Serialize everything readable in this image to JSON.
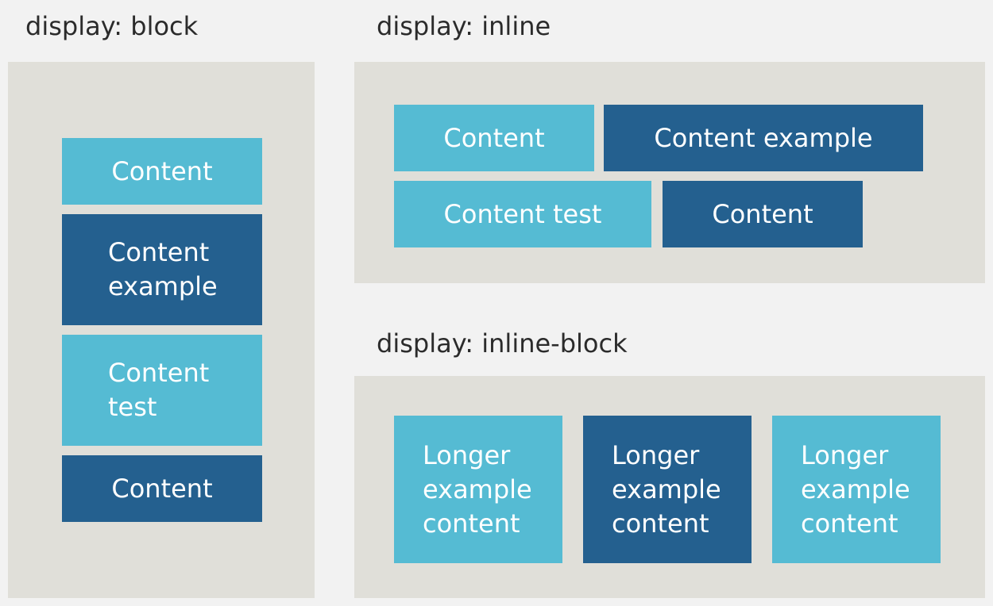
{
  "colors": {
    "background": "#f2f2f2",
    "panel": "#e0dfd9",
    "light_box": "#55bbd3",
    "dark_box": "#24608f",
    "heading_text": "#2b2b2b",
    "box_text": "#ffffff"
  },
  "block_section": {
    "heading": "display: block",
    "items": [
      {
        "label": "Content",
        "tone": "light"
      },
      {
        "label": "Content example",
        "tone": "dark"
      },
      {
        "label": "Content test",
        "tone": "light"
      },
      {
        "label": "Content",
        "tone": "dark"
      }
    ]
  },
  "inline_section": {
    "heading": "display: inline",
    "items": [
      {
        "label": "Content",
        "tone": "light"
      },
      {
        "label": "Content example",
        "tone": "dark"
      },
      {
        "label": "Content test",
        "tone": "light"
      },
      {
        "label": "Content",
        "tone": "dark"
      }
    ]
  },
  "inline_block_section": {
    "heading": "display: inline-block",
    "items": [
      {
        "label": "Longer example content",
        "tone": "light"
      },
      {
        "label": "Longer example content",
        "tone": "dark"
      },
      {
        "label": "Longer example content",
        "tone": "light"
      }
    ]
  }
}
